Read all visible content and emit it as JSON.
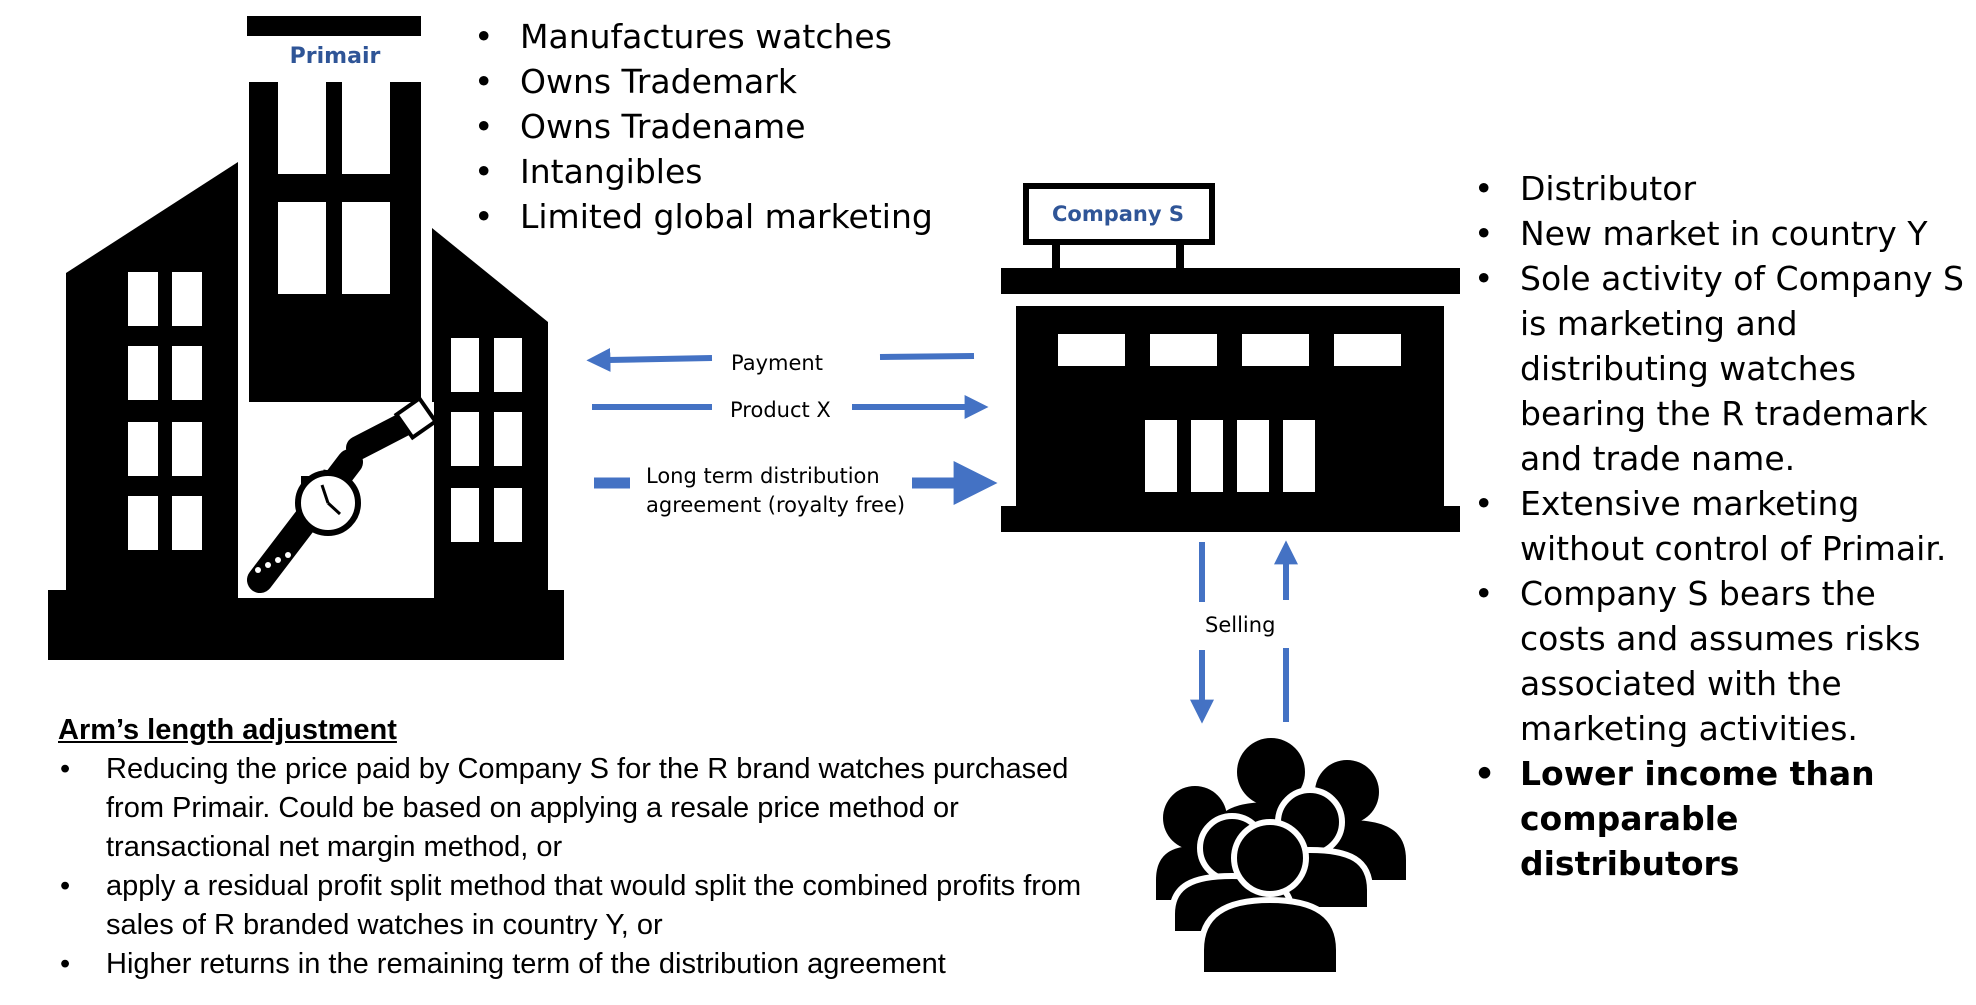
{
  "primair": {
    "sign": "Primair",
    "bullets": [
      "Manufactures watches",
      "Owns Trademark",
      "Owns Tradename",
      "Intangibles",
      "Limited global marketing"
    ]
  },
  "company_s": {
    "sign": "Company S",
    "bullets": [
      "Distributor",
      "New market in country Y",
      "Sole activity of Company S is marketing and distributing watches bearing the R trademark and trade name.",
      "Extensive marketing without control of Primair.",
      "Company S bears the costs and assumes risks associated with the marketing activities.",
      "Lower income than comparable distributors"
    ]
  },
  "flows": {
    "payment": "Payment",
    "product": "Product X",
    "agreement": "Long term distribution agreement (royalty free)",
    "selling": "Selling"
  },
  "adjustment": {
    "title": "Arm’s length adjustment",
    "bullets": [
      "Reducing the price paid by Company S for the R brand watches purchased from Primair. Could be based on applying a resale price method or transactional net margin method, or",
      "apply a residual profit split method that would split the combined profits from sales of R branded watches in country Y, or",
      "Higher returns in the remaining term of the distribution agreement"
    ]
  },
  "colors": {
    "arrow": "#4472c4",
    "sign_text": "#2f5597",
    "building": "#000000"
  }
}
